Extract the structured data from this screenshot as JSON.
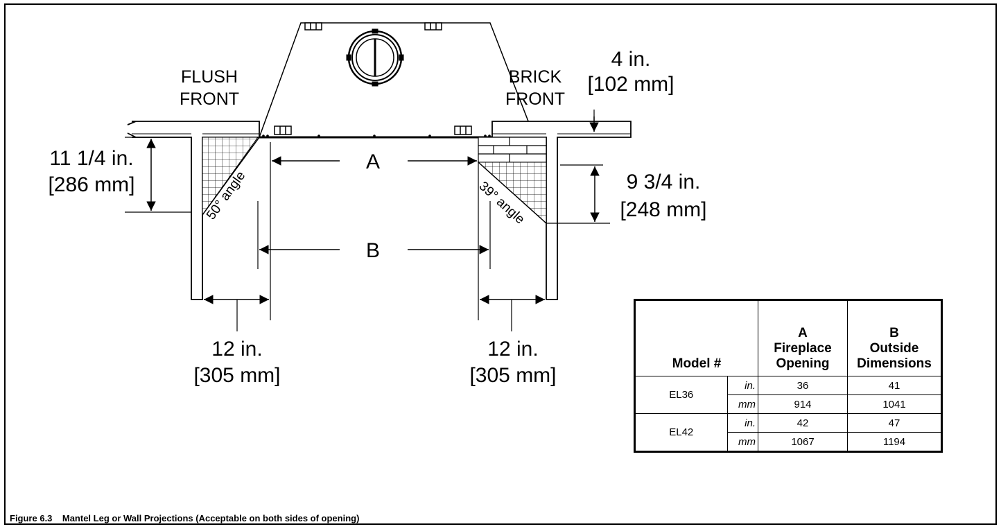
{
  "labels": {
    "flush_front_line1": "FLUSH",
    "flush_front_line2": "FRONT",
    "brick_front_line1": "BRICK",
    "brick_front_line2": "FRONT",
    "top_dim_in": "4 in.",
    "top_dim_mm": "[102 mm]",
    "left_dim_in": "11 1/4 in.",
    "left_dim_mm": "[286 mm]",
    "right_dim_in": "9 3/4 in.",
    "right_dim_mm": "[248 mm]",
    "dim_a": "A",
    "dim_b": "B",
    "left_angle": "50° angle",
    "right_angle": "39° angle",
    "bottom_left_in": "12 in.",
    "bottom_left_mm": "[305 mm]",
    "bottom_right_in": "12 in.",
    "bottom_right_mm": "[305 mm]"
  },
  "table": {
    "header_model": "Model #",
    "header_a": [
      "A",
      "Fireplace",
      "Opening"
    ],
    "header_b": [
      "B",
      "Outside",
      "Dimensions"
    ],
    "rows": [
      {
        "model": "EL36",
        "unit_in": "in.",
        "a_in": "36",
        "b_in": "41",
        "unit_mm": "mm",
        "a_mm": "914",
        "b_mm": "1041"
      },
      {
        "model": "EL42",
        "unit_in": "in.",
        "a_in": "42",
        "b_in": "47",
        "unit_mm": "mm",
        "a_mm": "1067",
        "b_mm": "1194"
      }
    ]
  },
  "caption": {
    "figure": "Figure 6.3",
    "text": "Mantel Leg or Wall Projections (Acceptable on both sides of opening)"
  }
}
